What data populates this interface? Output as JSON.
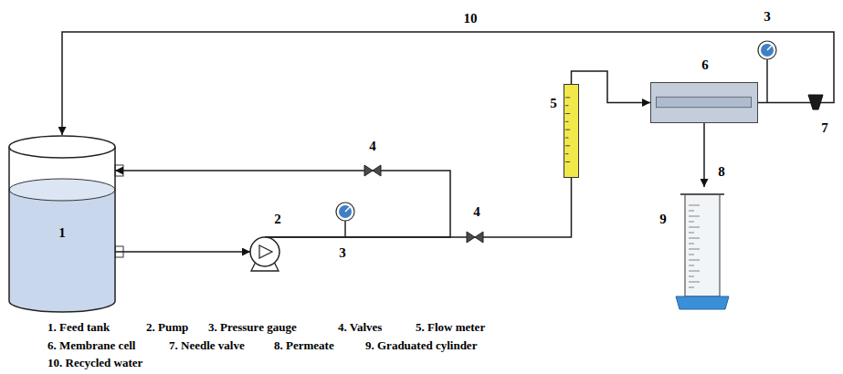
{
  "diagram": {
    "nodes": [
      {
        "text": [
          "1"
        ]
      },
      {
        "text": [
          "2"
        ]
      },
      {
        "text": [
          "5"
        ]
      },
      {
        "text": [
          "6"
        ]
      },
      {
        "text": [
          "9"
        ]
      }
    ],
    "edges": [
      {
        "from": 0,
        "to": 1,
        "arrow": "to"
      },
      {
        "from": 1,
        "to": 0,
        "arrow": "to"
      },
      {
        "from": 1,
        "to": 2,
        "arrow": "none"
      },
      {
        "from": 2,
        "to": 3,
        "arrow": "to"
      },
      {
        "from": 3,
        "to": 0,
        "arrow": "to",
        "label": "10"
      },
      {
        "from": 3,
        "to": 4,
        "arrow": "to",
        "label": "8"
      }
    ],
    "labels": [
      "3",
      "4",
      "4",
      "3",
      "7",
      "1. Feed tank",
      "2. Pump",
      "3. Pressure gauge",
      "4. Valves",
      "5. Flow meter",
      "6. Membrane cell",
      "7. Needle valve",
      "8. Permeate",
      "9. Graduated cylinder",
      "10. Recycled water"
    ]
  }
}
